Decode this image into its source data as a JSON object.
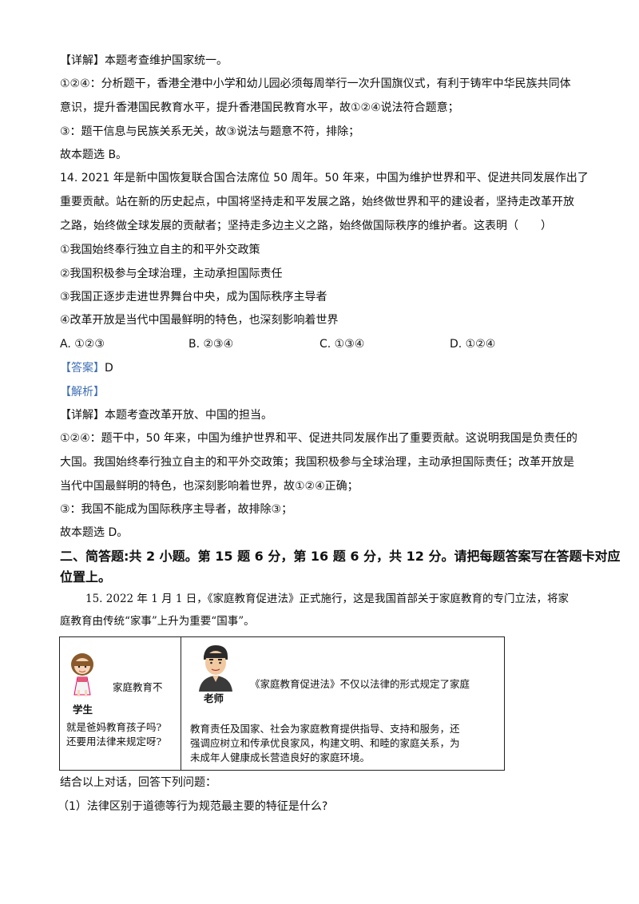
{
  "lines": [
    "【详解】本题考查维护国家统一。",
    "①②④：分析题干，香港全港中小学和幼儿园必须每周举行一次升国旗仪式，有利于铸牢中华民族共同体",
    "意识，提升香港国民教育水平，提升香港国民教育水平，故①②④说法符合题意；",
    "③：题干信息与民族关系无关，故③说法与题意不符，排除；",
    "故本题选 B。",
    "14. 2021 年是新中国恢复联合国合法席位 50 周年。50 年来，中国为维护世界和平、促进共同发展作出了",
    "重要贡献。站在新的历史起点，中国将坚持走和平发展之路，始终做世界和平的建设者，坚持走改革开放",
    "之路，始终做全球发展的贡献者；坚持走多边主义之路，始终做国际秩序的维护者。这表明（　　）",
    "①我国始终奉行独立自主的和平外交政策",
    "②我国积极参与全球治理，主动承担国际责任",
    "③我国正逐步走进世界舞台中央，成为国际秩序主导者",
    "④改革开放是当代中国最鲜明的特色，也深刻影响着世界"
  ],
  "options": [
    "A. ①②③",
    "B. ②③④",
    "C. ①③④",
    "D. ①②④"
  ],
  "answer_tag": "【答案】",
  "answer_value": "D",
  "analysis_tag": "【解析】",
  "lines2": [
    "【详解】本题考查改革开放、中国的担当。",
    "①②④：题干中，50 年来，中国为维护世界和平、促进共同发展作出了重要贡献。这说明我国是负责任的",
    "大国。我国始终奉行独立自主的和平外交政策；我国积极参与全球治理，主动承担国际责任；改革开放是",
    "当代中国最鲜明的特色，也深刻影响着世界，故①②④正确；",
    "③：我国不能成为国际秩序主导者，故排除③；",
    "故本题选 D。"
  ],
  "section_heading": [
    "二、简答题:共 2 小题。第 15 题 6 分，第 16 题 6 分，共 12 分。请把每题答案写在答题卡对应",
    "位置上。"
  ],
  "q15": [
    "15. 2022 年 1 月 1 日，《家庭教育促进法》正式施行，这是我国首部关于家庭教育的专门立法，将家",
    "庭教育由传统“家事”上升为重要“国事”。"
  ],
  "dialog": {
    "student_label": "学生",
    "student_bubble": "家庭教育不",
    "student_text": [
      "就是爸妈教育孩子吗?",
      "还要用法律来规定呀?"
    ],
    "teacher_label": "老师",
    "teacher_bubble": "《家庭教育促进法》不仅以法律的形式规定了家庭",
    "teacher_text": [
      "教育责任及国家、社会为家庭教育提供指导、支持和服务，还",
      "强调应树立和传承优良家风，构建文明、和睦的家庭关系，为",
      "未成年人健康成长营造良好的家庭环境。"
    ]
  },
  "after": [
    "结合以上对话，回答下列问题：",
    "（1）法律区别于道德等行为规范最主要的特征是什么?"
  ]
}
